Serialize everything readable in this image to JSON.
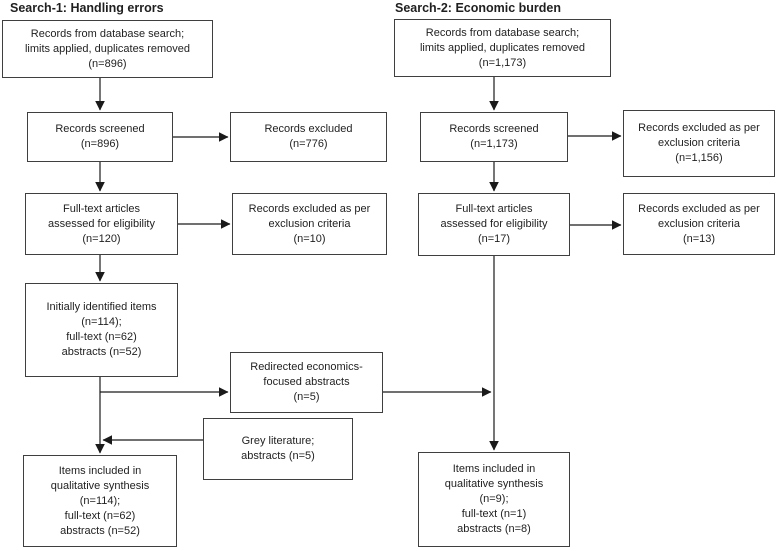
{
  "search1": {
    "title": "Search-1: Handling errors",
    "boxes": {
      "source": "Records from database search;\nlimits applied, duplicates removed\n(n=896)",
      "screened": "Records screened\n(n=896)",
      "excluded": "Records excluded\n(n=776)",
      "fulltext": "Full-text articles\nassessed for eligibility\n(n=120)",
      "excluded_criteria": "Records excluded as per\nexclusion criteria\n(n=10)",
      "identified": "Initially identified items\n(n=114);\nfull-text (n=62)\nabstracts (n=52)",
      "included": "Items included in\nqualitative synthesis\n(n=114);\nfull-text (n=62)\nabstracts (n=52)"
    }
  },
  "middle": {
    "redirected": "Redirected economics-\nfocused abstracts\n(n=5)",
    "grey_literature": "Grey literature;\nabstracts (n=5)"
  },
  "search2": {
    "title": "Search-2: Economic burden",
    "boxes": {
      "source": "Records from database search;\nlimits applied, duplicates removed\n(n=1,173)",
      "screened": "Records screened\n(n=1,173)",
      "excluded_criteria_screening": "Records excluded as per\nexclusion criteria\n(n=1,156)",
      "fulltext": "Full-text articles\nassessed for eligibility\n(n=17)",
      "excluded_criteria_fulltext": "Records excluded as per\nexclusion criteria\n(n=13)",
      "included": "Items included in\nqualitative synthesis\n(n=9);\nfull-text (n=1)\nabstracts (n=8)"
    }
  },
  "colors": {
    "box_border": "#3f3f3f",
    "connector_line": "#1a1a1a",
    "text": "#1f1f1f",
    "background": "#ffffff"
  }
}
